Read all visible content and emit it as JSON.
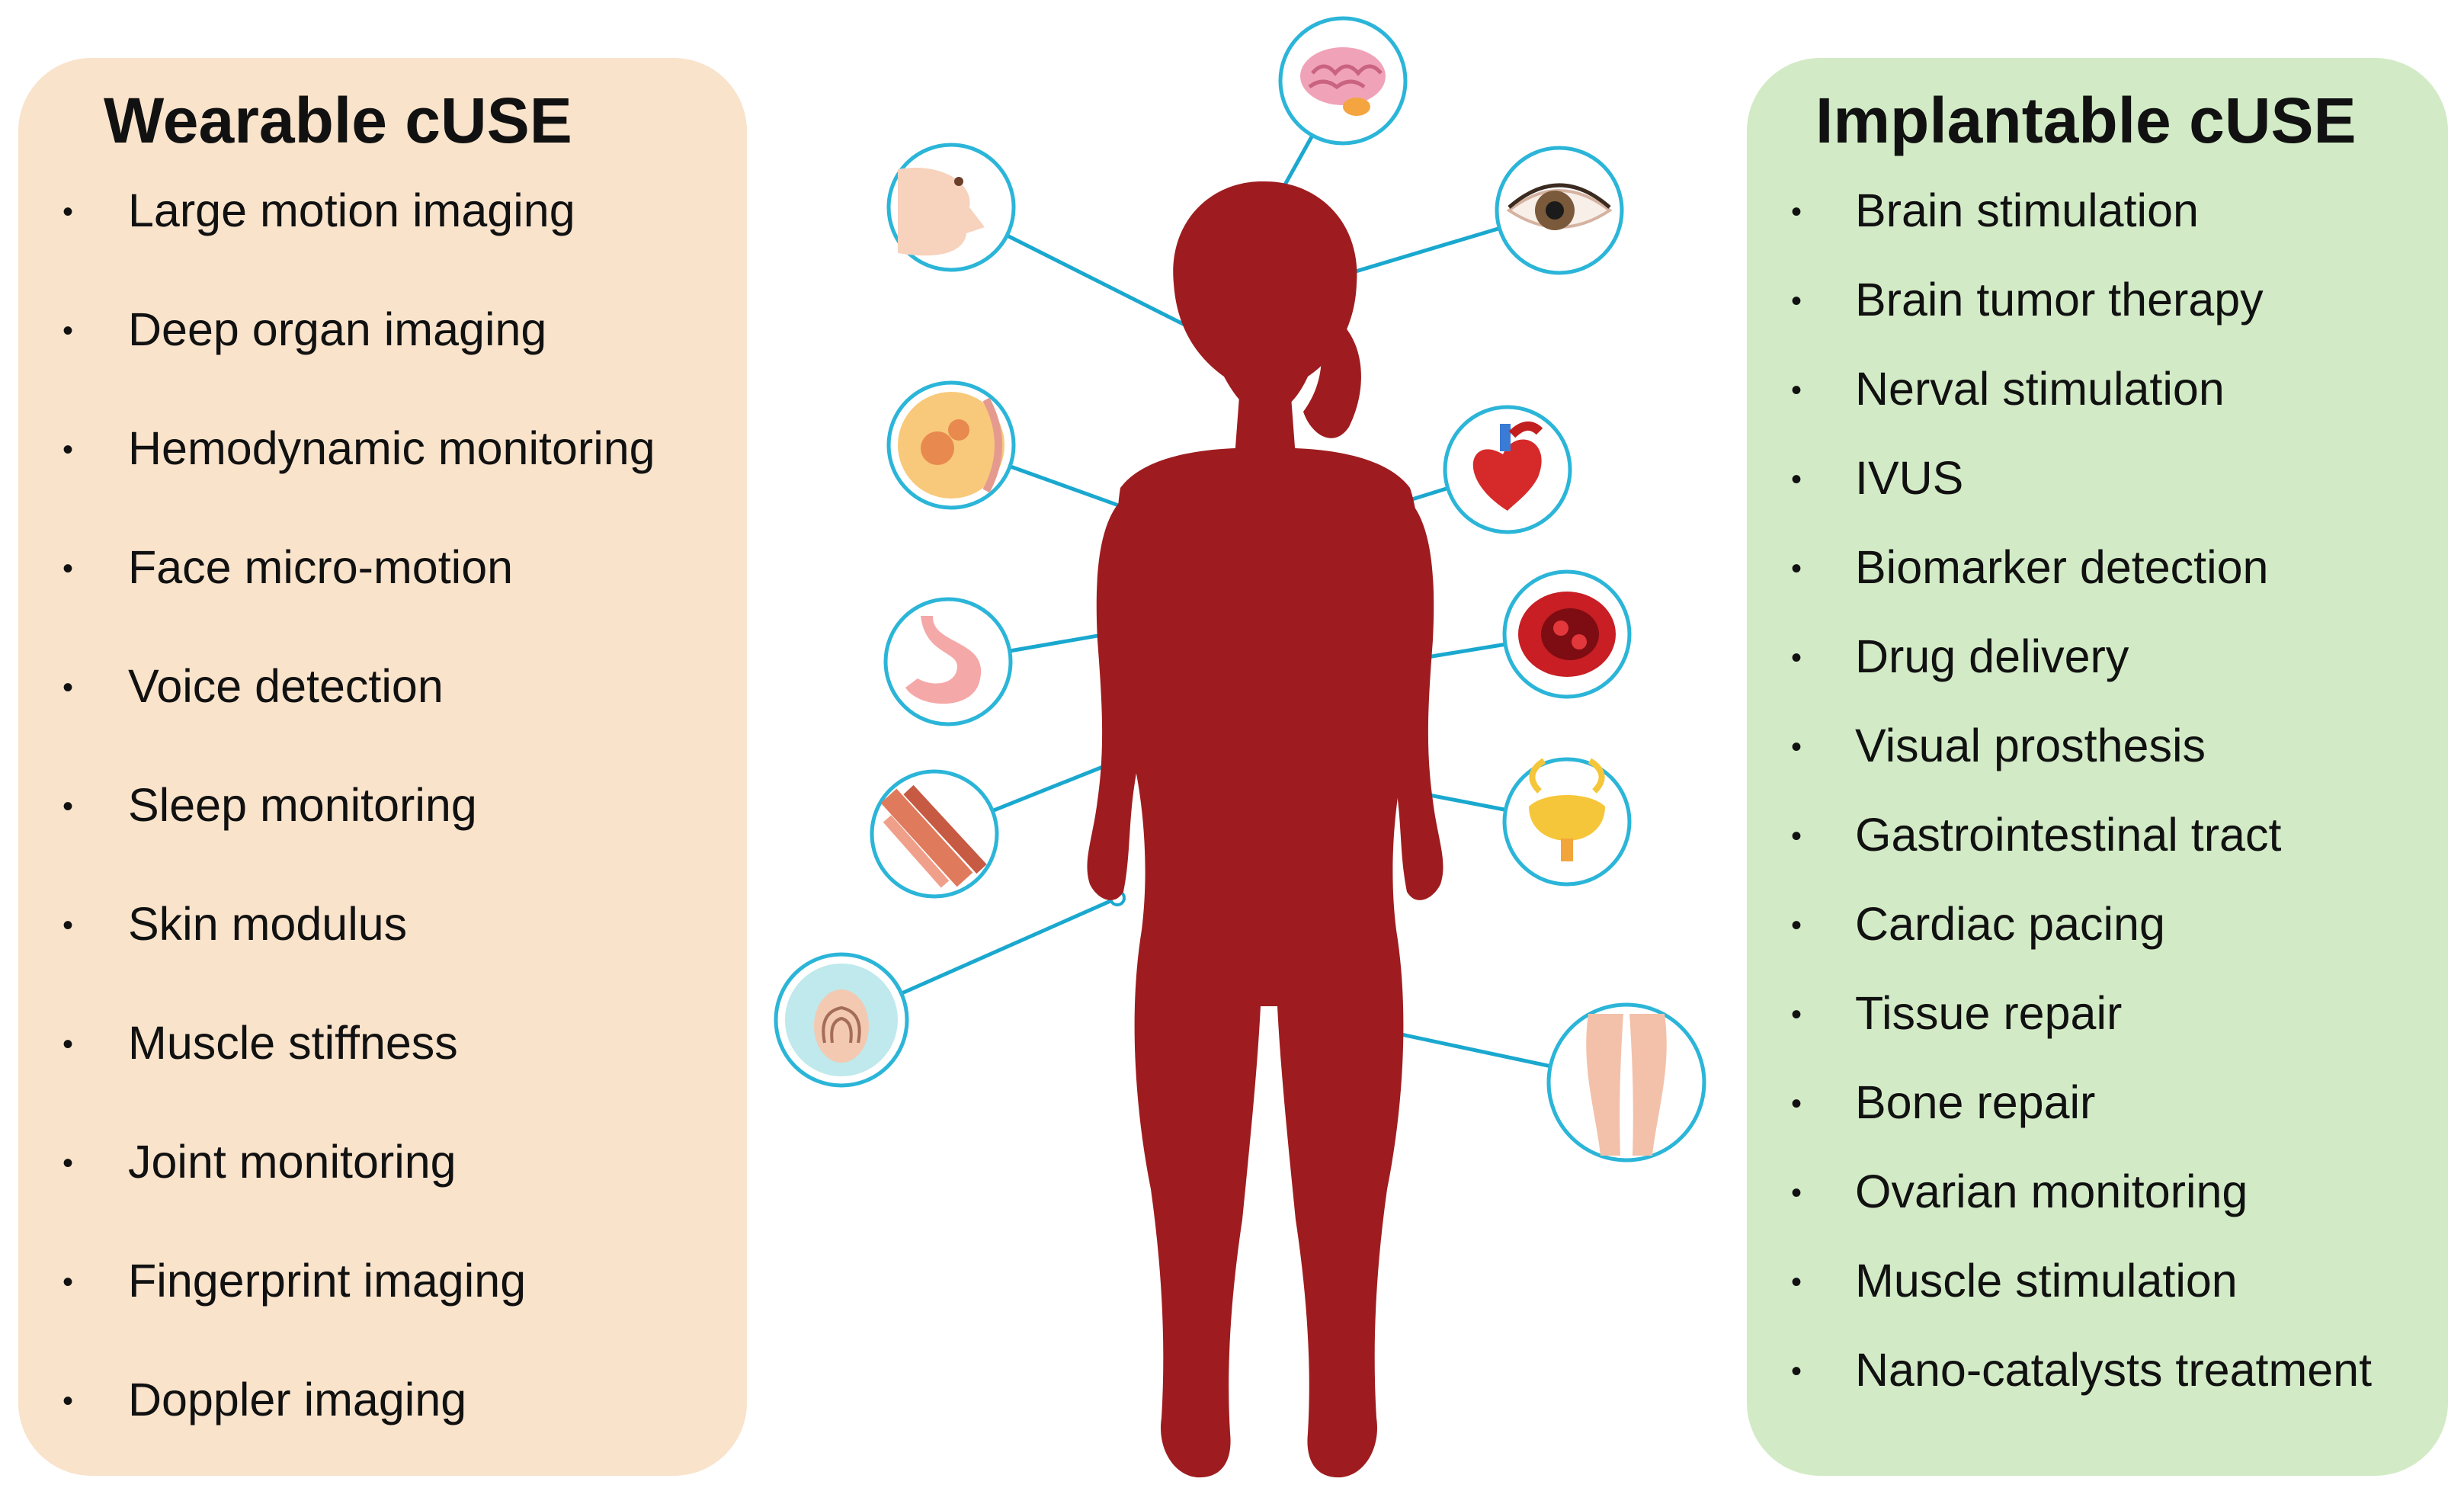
{
  "colors": {
    "wearable_panel": "#f9e3cb",
    "implantable_panel": "#d2ebc6",
    "body_silhouette": "#9e1c1f",
    "connector": "#1aa8cf",
    "icon_ring": "#2bb5d8"
  },
  "wearable": {
    "title": "Wearable cUSE",
    "items": [
      "Large motion imaging",
      "Deep organ imaging",
      "Hemodynamic monitoring",
      "Face micro-motion",
      "Voice detection",
      "Sleep monitoring",
      "Skin modulus",
      "Muscle stiffness",
      "Joint monitoring",
      "Fingerprint imaging",
      "Doppler imaging"
    ]
  },
  "implantable": {
    "title": "Implantable cUSE",
    "items": [
      "Brain stimulation",
      "Brain tumor therapy",
      "Nerval stimulation",
      "IVUS",
      "Biomarker detection",
      "Drug delivery",
      "Visual prosthesis",
      "Gastrointestinal tract",
      "Cardiac pacing",
      "Tissue repair",
      "Bone repair",
      "Ovarian monitoring",
      "Muscle stimulation",
      "Nano-catalysts treatment"
    ]
  },
  "organ_icons": [
    "brain-icon",
    "face-icon",
    "eye-icon",
    "breast-tissue-icon",
    "heart-icon",
    "stomach-icon",
    "blood-vessel-icon",
    "muscle-fiber-icon",
    "bladder-icon",
    "fingerprint-icon",
    "legs-icon"
  ]
}
